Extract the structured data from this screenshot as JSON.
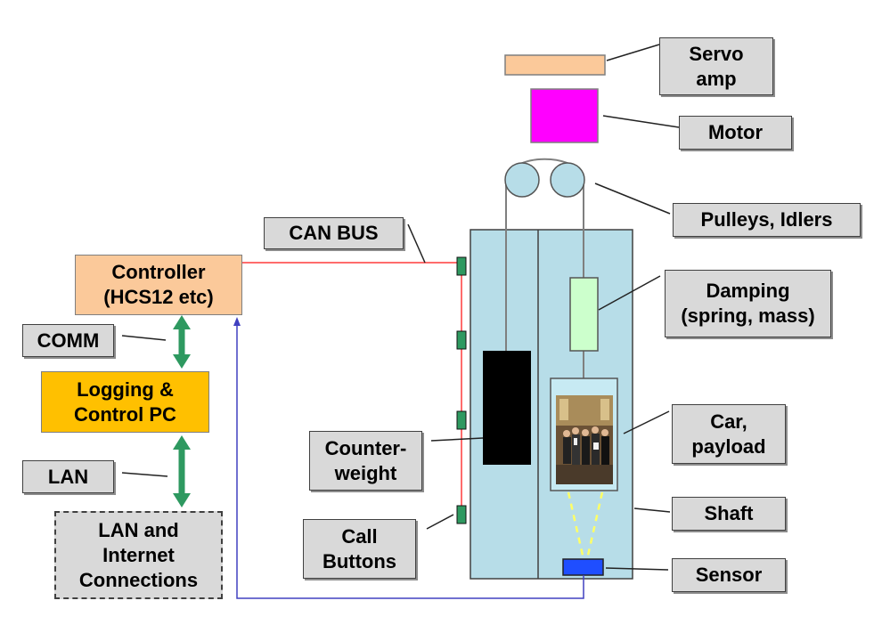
{
  "labels": {
    "servo_amp": "Servo\namp",
    "motor": "Motor",
    "pulleys": "Pulleys, Idlers",
    "can_bus": "CAN BUS",
    "controller": "Controller\n(HCS12 etc)",
    "damping": "Damping\n(spring, mass)",
    "comm": "COMM",
    "logging_pc": "Logging &\nControl PC",
    "counterweight": "Counter-\nweight",
    "car_payload": "Car,\npayload",
    "lan": "LAN",
    "shaft": "Shaft",
    "call_buttons": "Call\nButtons",
    "lan_internet": "LAN and\nInternet\nConnections",
    "sensor": "Sensor"
  },
  "colors": {
    "shaft_fill": "#b7dde8",
    "servo_amp": "#fbc99a",
    "motor": "#ff00ff",
    "damper": "#ccffcc",
    "counterweight": "#000000",
    "sensor": "#1f4eff",
    "can_bus_line": "#ff3b3b",
    "sensor_line": "#4040c0",
    "comm_arrow": "#2e9960",
    "call_button": "#2e9960",
    "sensor_beam": "#ffff66"
  }
}
